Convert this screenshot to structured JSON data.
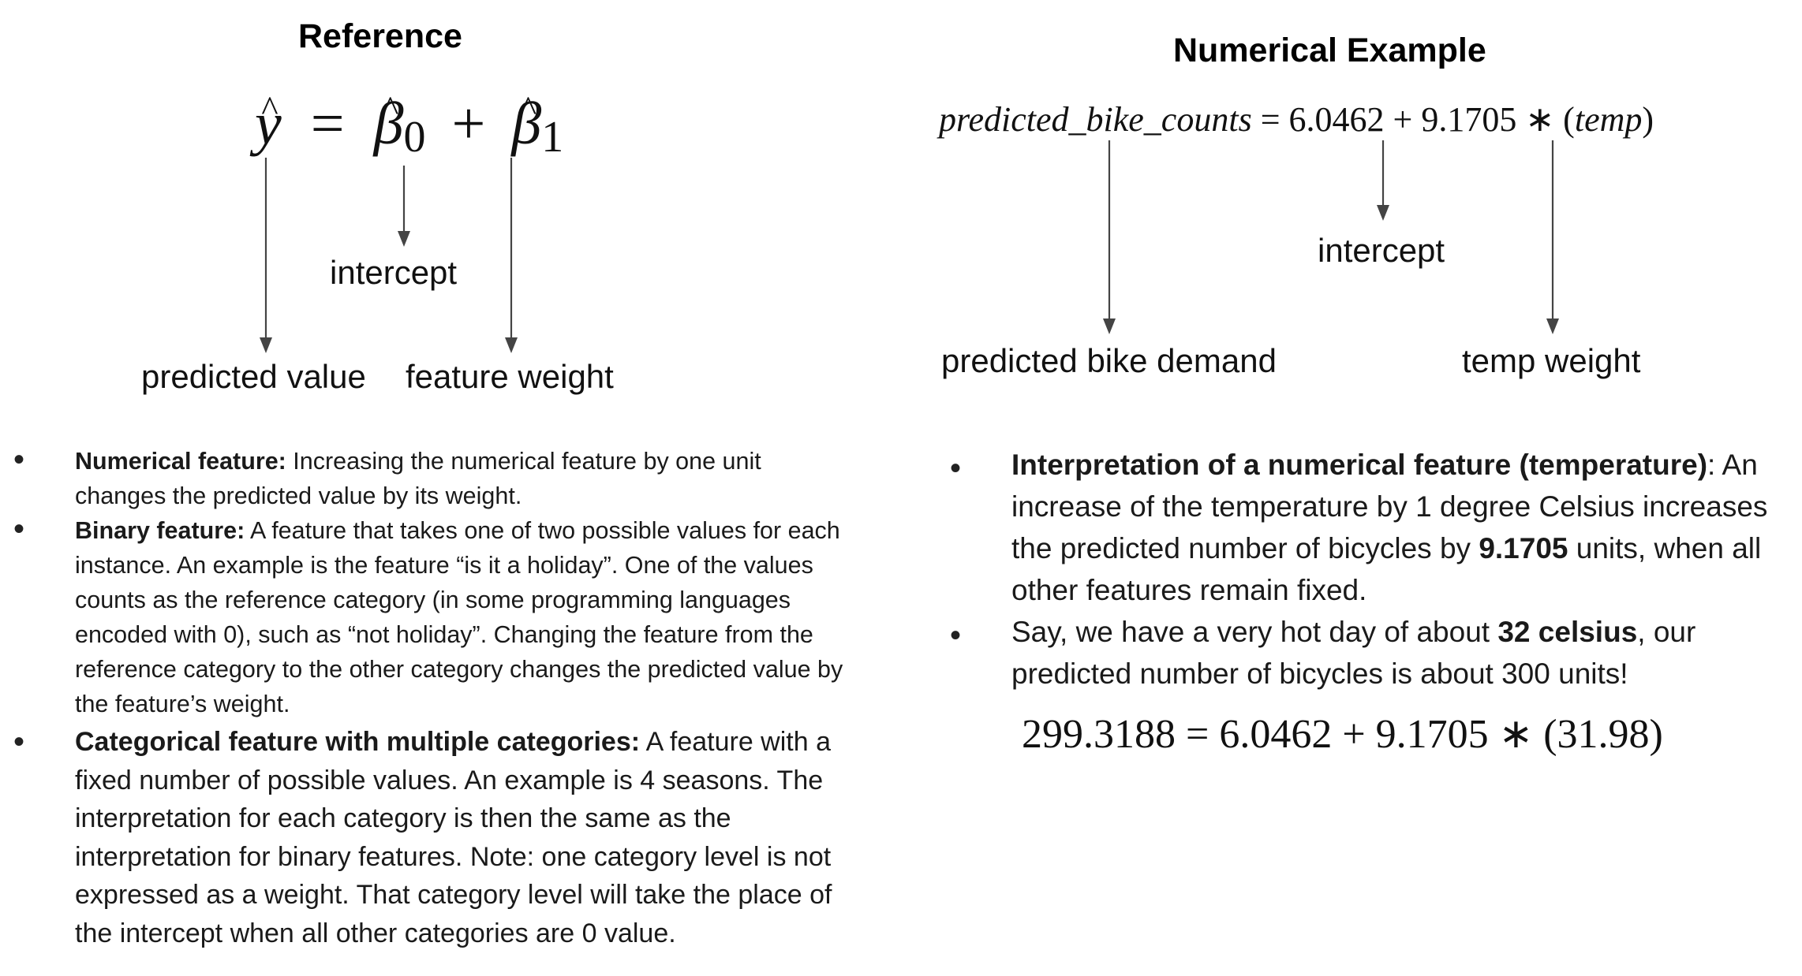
{
  "reference": {
    "title": "Reference",
    "formula": {
      "lhs": "y",
      "eq": "=",
      "b0": "β",
      "b0_sub": "0",
      "plus": "+",
      "b1": "β",
      "b1_sub": "1"
    },
    "labels": {
      "intercept": "intercept",
      "predicted_value": "predicted value",
      "feature_weight": "feature weight"
    }
  },
  "numerical_example": {
    "title": "Numerical Example",
    "formula": {
      "lhs": "predicted_bike_counts",
      "rhs_prefix": " = 6.0462 + 9.1705 ∗ (",
      "var": "temp",
      "rhs_suffix": ")"
    },
    "labels": {
      "intercept": "intercept",
      "predicted_bike_demand": "predicted bike demand",
      "temp_weight": "temp weight"
    },
    "result_formula": "299.3188 = 6.0462 + 9.1705 ∗ (31.98)"
  },
  "left_bullets": [
    {
      "bold": "Numerical feature:",
      "text": " Increasing the numerical feature by one unit changes the predicted value by its weight."
    },
    {
      "bold": "Binary feature:",
      "text": " A feature that takes one of two possible values for each instance. An example is the feature “is it a holiday”. One of the values counts as the reference category (in some programming languages encoded with 0), such as “not holiday”. Changing the feature from the reference category to the other category changes the predicted value by the feature’s weight."
    },
    {
      "bold": "Categorical feature with multiple categories:",
      "text": " A feature with a fixed number of possible values. An example is 4 seasons. The interpretation for each category is then the same as the interpretation for binary features. Note: one category level is not expressed as a weight. That category level will take the place of the intercept when all other categories are 0 value."
    }
  ],
  "right_bullets": [
    {
      "bold": "Interpretation of a numerical feature (temperature)",
      "text1": ": An increase of the temperature by 1 degree Celsius increases the predicted number of bicycles by ",
      "bold2": "9.1705",
      "text2": " units, when all other features remain fixed."
    },
    {
      "text1": "Say, we have a very hot day of about ",
      "bold": "32 celsius",
      "text2": ", our predicted number of bicycles is about 300 units!"
    }
  ],
  "colors": {
    "arrow": "#444444",
    "text": "#1a1a1a"
  }
}
